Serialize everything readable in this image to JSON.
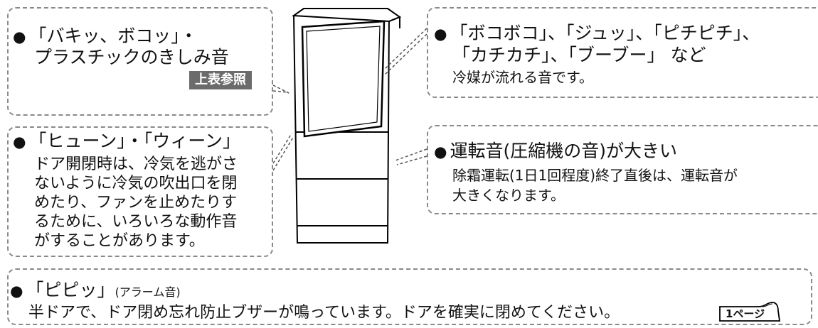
{
  "top_left": {
    "line1": "「バキッ、ボコッ」・",
    "line2": "プラスチックのきしみ音",
    "ref_tag": "上表参照"
  },
  "mid_left": {
    "title": "「ヒューン」・「ウィーン」",
    "lines": [
      "ドア開閉時は、冷気を逃がさ",
      "ないように冷気の吹出口を閉",
      "めたり、ファンを止めたりす",
      "るために、いろいろな動作音",
      "がすることがあります。"
    ]
  },
  "top_right": {
    "line1": "「ボコボコ」、「ジュッ」、「ピチピチ」、",
    "line2": "「カチカチ」、「ブーブー」 など",
    "line3": "冷媒が流れる音です。"
  },
  "mid_right": {
    "title": "運転音(圧縮機の音)が大きい",
    "line1": "除霜運転(1日1回程度)終了直後は、運転音が",
    "line2": "大きくなります。"
  },
  "bottom": {
    "title_main": "「ピピッ」",
    "title_sub": "(アラーム音)",
    "line": "半ドアで、ドア閉め忘れ防止ブザーが鳴っています。ドアを確実に閉めてください。",
    "page_ref": "1ページ"
  }
}
